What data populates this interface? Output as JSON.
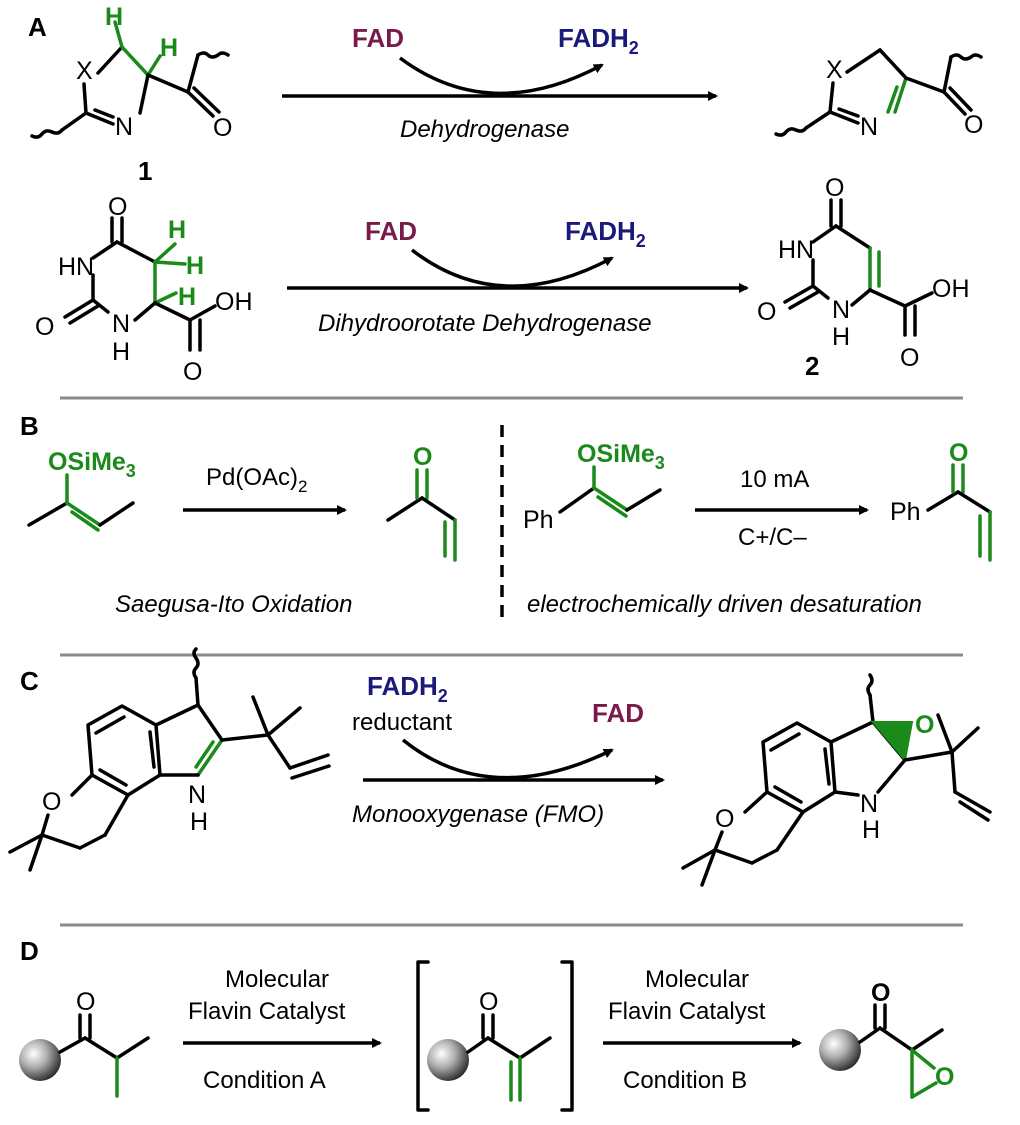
{
  "panels": {
    "A": {
      "label": "A",
      "top": {
        "hetero_x": "X",
        "ring_n": "N",
        "carbonyl_o": "O",
        "h_top": "H",
        "h_bottom": "H",
        "compound_number": "1",
        "cofactor_in": "FAD",
        "cofactor_out_base": "FADH",
        "cofactor_out_sub": "2",
        "enzyme": "Dehydrogenase",
        "product_x": "X",
        "product_n": "N",
        "product_o": "O"
      },
      "bottom": {
        "o_top": "O",
        "hn": "HN",
        "o_left": "O",
        "nh_n": "N",
        "nh_h": "H",
        "h1": "H",
        "h2": "H",
        "h3": "H",
        "oh": "OH",
        "o_acid": "O",
        "cofactor_in": "FAD",
        "cofactor_out_base": "FADH",
        "cofactor_out_sub": "2",
        "enzyme": "Dihydroorotate Dehydrogenase",
        "compound_number": "2",
        "p_o_top": "O",
        "p_hn": "HN",
        "p_o_left": "O",
        "p_n": "N",
        "p_h": "H",
        "p_oh": "OH",
        "p_o_acid": "O"
      }
    },
    "B": {
      "label": "B",
      "left": {
        "silyl_base": "OSiMe",
        "silyl_sub": "3",
        "reagent_base": "Pd(OAc)",
        "reagent_sub": "2",
        "product_o": "O",
        "name": "Saegusa-Ito Oxidation"
      },
      "right": {
        "silyl_base": "OSiMe",
        "silyl_sub": "3",
        "ph": "Ph",
        "current": "10 mA",
        "electrodes": "C+/C–",
        "product_ph": "Ph",
        "product_o": "O",
        "name": "electrochemically driven desaturation"
      }
    },
    "C": {
      "label": "C",
      "sm_o": "O",
      "sm_n": "N",
      "sm_h": "H",
      "cofactor_in_base": "FADH",
      "cofactor_in_sub": "2",
      "cofactor_in_role": "reductant",
      "cofactor_out": "FAD",
      "enzyme": "Monooxygenase (FMO)",
      "p_o": "O",
      "p_n": "N",
      "p_h": "H",
      "p_epox_o": "O"
    },
    "D": {
      "label": "D",
      "sm_o": "O",
      "step1_line1": "Molecular",
      "step1_line2": "Flavin Catalyst",
      "step1_condition": "Condition A",
      "int_o": "O",
      "step2_line1": "Molecular",
      "step2_line2": "Flavin Catalyst",
      "step2_condition": "Condition B",
      "p_o": "O",
      "p_epox_o": "O"
    }
  }
}
